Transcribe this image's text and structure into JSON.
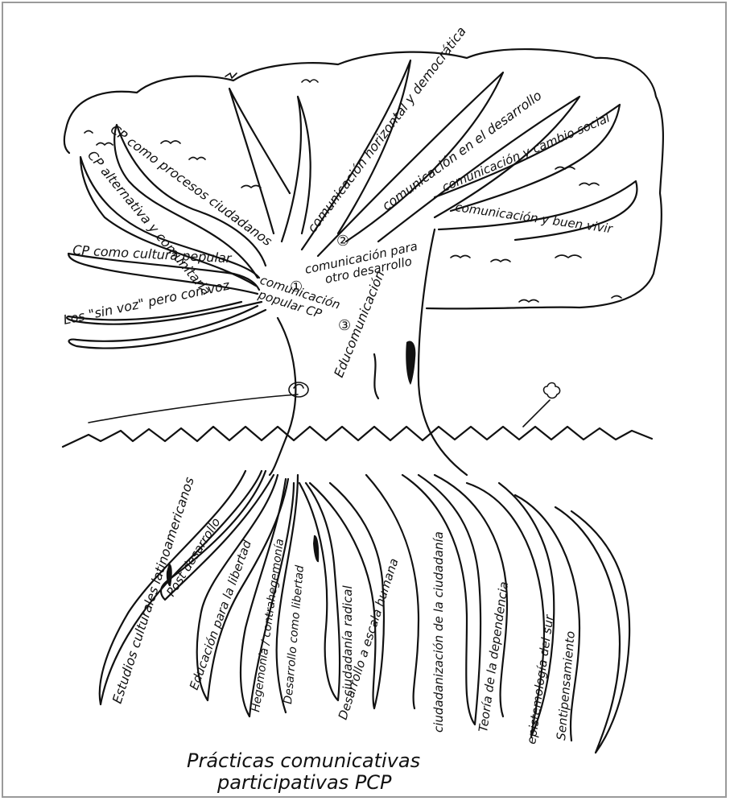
{
  "title": {
    "line1": "Prácticas comunicativas",
    "line2": "participativas PCP"
  },
  "canopy_branches": {
    "b1": "comunicación horizontal y democrática",
    "b2": "comunicación en el desarrollo",
    "b3": "comunicación y cambio social",
    "b4": "comunicación y buen vivir"
  },
  "left_branches": {
    "l1": "CP como procesos ciudadanos",
    "l2": "CP alternativa y comunitaria",
    "l3": "CP como cultura pepular",
    "l4": "Los \"sin voz\" pero con voz"
  },
  "trunk": {
    "n1": "①",
    "n1_text_a": "comunicación",
    "n1_text_b": "popular CP",
    "n2": "②",
    "n2_text_a": "comunicación para",
    "n2_text_b": "otro desarrollo",
    "n3": "③",
    "n3_text": "Educomunicación"
  },
  "roots": {
    "r1": "Estudios culturales latinoamericanos",
    "r2": "Post desarrollo",
    "r3": "Educación para la libertad",
    "r4": "Hegemonía / contrahegemonía",
    "r5": "Desarrollo como libertad",
    "r6": "ciudadanía radical",
    "r7": "Desarrollo a escala humana",
    "r8": "ciudadanización de la ciudadanía",
    "r9": "Teoría de la dependencia",
    "r10": "epistemología del sur",
    "r11": "Sentipensamiento"
  }
}
